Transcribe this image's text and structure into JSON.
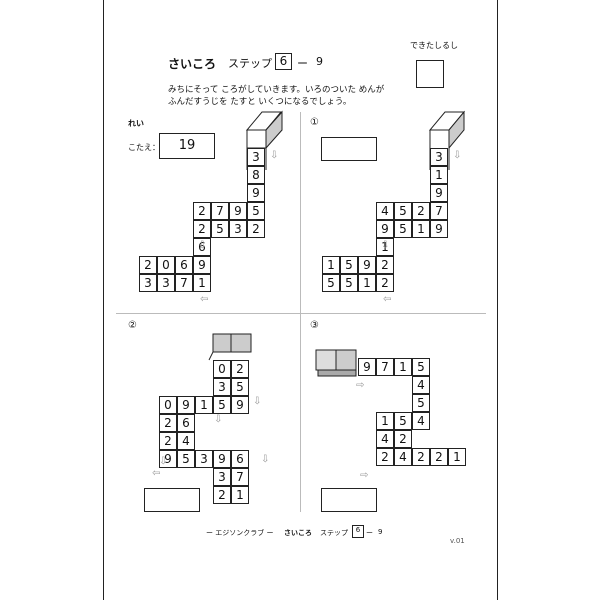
{
  "header": {
    "title": "さいころ",
    "step_label": "ステップ",
    "step_number": "6",
    "step_dash": "ー",
    "step_sub": "9",
    "check_label": "できたしるし"
  },
  "instructions": {
    "line1": "みちにそって ころがしていきます。いろのついた めんが",
    "line2": "ふんだすうじを たすと いくつになるでしょう。"
  },
  "example": {
    "label": "れい",
    "answer_label": "こたえ：",
    "answer": "19"
  },
  "problems": [
    {
      "label": "①"
    },
    {
      "label": "②"
    },
    {
      "label": "③"
    }
  ],
  "grids": {
    "example": {
      "cells": [
        [
          "3"
        ],
        [
          "8"
        ],
        [
          "9"
        ],
        [
          "2",
          "7",
          "9",
          "5"
        ],
        [
          "2",
          "5",
          "3",
          "2"
        ],
        [
          "6"
        ],
        [
          "2",
          "0",
          "6",
          "9"
        ],
        [
          "3",
          "3",
          "7",
          "1"
        ]
      ]
    },
    "p1": {
      "cells": [
        [
          "3"
        ],
        [
          "1"
        ],
        [
          "9"
        ],
        [
          "4",
          "5",
          "2",
          "7"
        ],
        [
          "9",
          "5",
          "1",
          "9"
        ],
        [
          "1"
        ],
        [
          "1",
          "5",
          "9",
          "2"
        ],
        [
          "5",
          "5",
          "1",
          "2"
        ]
      ]
    },
    "p2": {
      "cells": [
        [
          "0",
          "2"
        ],
        [
          "3",
          "5"
        ],
        [
          "0",
          "9",
          "1",
          "5",
          "9"
        ],
        [
          "2",
          "6"
        ],
        [
          "2",
          "4"
        ],
        [
          "9",
          "5",
          "3",
          "9",
          "6"
        ],
        [
          "3",
          "7"
        ],
        [
          "2",
          "1"
        ]
      ]
    },
    "p3": {
      "cells": [
        [
          "9",
          "7",
          "1",
          "5"
        ],
        [
          "4"
        ],
        [
          "5"
        ],
        [
          "1",
          "5",
          "4"
        ],
        [
          "4",
          "2"
        ],
        [
          "2",
          "4",
          "2",
          "2",
          "1"
        ]
      ]
    }
  },
  "footer": {
    "text_left": "ー エジソンクラブ ー",
    "title": "さいころ",
    "step_label": "ステップ",
    "step_number": "6",
    "step_dash": "ー",
    "step_sub": "9",
    "version": "v.01"
  },
  "icons": {
    "arrow_down": "arrow-down-icon",
    "arrow_left": "arrow-left-icon"
  }
}
